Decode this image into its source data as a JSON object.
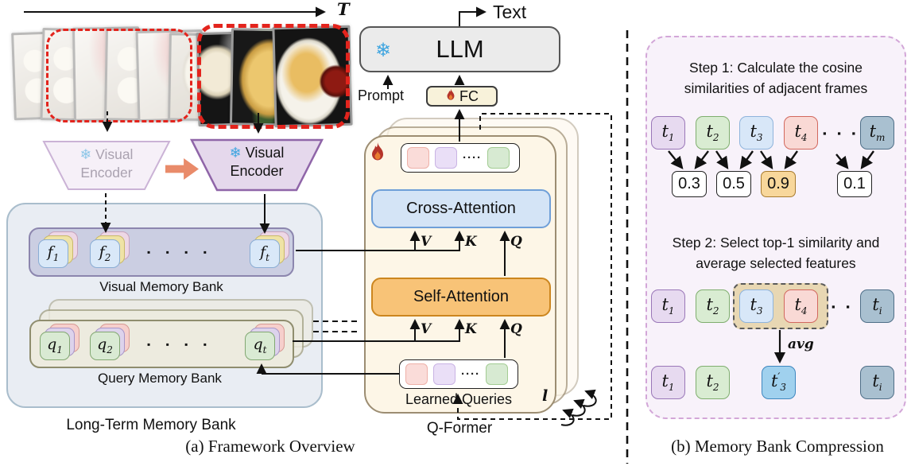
{
  "panel_a": {
    "caption": "(a) Framework Overview",
    "timeline": {
      "label": "T"
    },
    "encoder_faded": {
      "line1": "Visual",
      "line2": "Encoder"
    },
    "encoder": {
      "line1": "Visual",
      "line2": "Encoder"
    },
    "top": {
      "llm": "LLM",
      "text_out": "Text",
      "fc": "FC",
      "prompt": "Prompt"
    },
    "qformer": {
      "label": "Q-Former",
      "cross_attention": "Cross-Attention",
      "self_attention": "Self-Attention",
      "learned_queries": "Learned Queries",
      "layer_symbol": "l",
      "v": "V",
      "k": "K",
      "q": "Q",
      "strip_dots": "····"
    },
    "memory": {
      "title": "Long-Term Memory Bank",
      "visual_label": "Visual Memory Bank",
      "query_label": "Query Memory Bank",
      "dots": "▪ ▪ ▪ ▪",
      "f": [
        {
          "b": "f",
          "s": "1"
        },
        {
          "b": "f",
          "s": "2"
        },
        {
          "b": "f",
          "s": "t"
        }
      ],
      "q": [
        {
          "b": "q",
          "s": "1"
        },
        {
          "b": "q",
          "s": "2"
        },
        {
          "b": "q",
          "s": "t"
        }
      ]
    }
  },
  "panel_b": {
    "caption": "(b) Memory Bank Compression",
    "step1": {
      "title_line1": "Step 1: Calculate the cosine",
      "title_line2": "similarities of adjacent frames",
      "dots": "▪ ▪ ▪",
      "frames": [
        {
          "b": "t",
          "s": "1"
        },
        {
          "b": "t",
          "s": "2"
        },
        {
          "b": "t",
          "s": "3"
        },
        {
          "b": "t",
          "s": "4"
        },
        {
          "b": "t",
          "s": "m"
        }
      ],
      "scores": [
        "0.3",
        "0.5",
        "0.9",
        "0.1"
      ]
    },
    "step2": {
      "title_line1": "Step 2: Select top-1 similarity and",
      "title_line2": "average selected features",
      "avg": "avg",
      "dots": "▪ ▪ ▪",
      "row1": [
        {
          "b": "t",
          "s": "1"
        },
        {
          "b": "t",
          "s": "2"
        },
        {
          "b": "t",
          "s": "3"
        },
        {
          "b": "t",
          "s": "4"
        },
        {
          "b": "t",
          "s": "i"
        }
      ],
      "row2": [
        {
          "b": "t",
          "s": "1"
        },
        {
          "b": "t",
          "s": "2"
        },
        {
          "b": "t",
          "s": "3",
          "p": "′"
        },
        {
          "b": "t",
          "s": "i"
        }
      ]
    }
  },
  "icons": {
    "snowflake": "❄"
  },
  "colors": {
    "accent_red_dash": "#e3241d",
    "frozen_blue": "#3fa5e0",
    "flame_red": "#b5342a",
    "selected_similarity_bg": "#f8d79b",
    "qformer_bg": "#fdf6e7",
    "cross_attention_bg": "#d4e4f6",
    "self_attention_bg": "#f8c377"
  }
}
